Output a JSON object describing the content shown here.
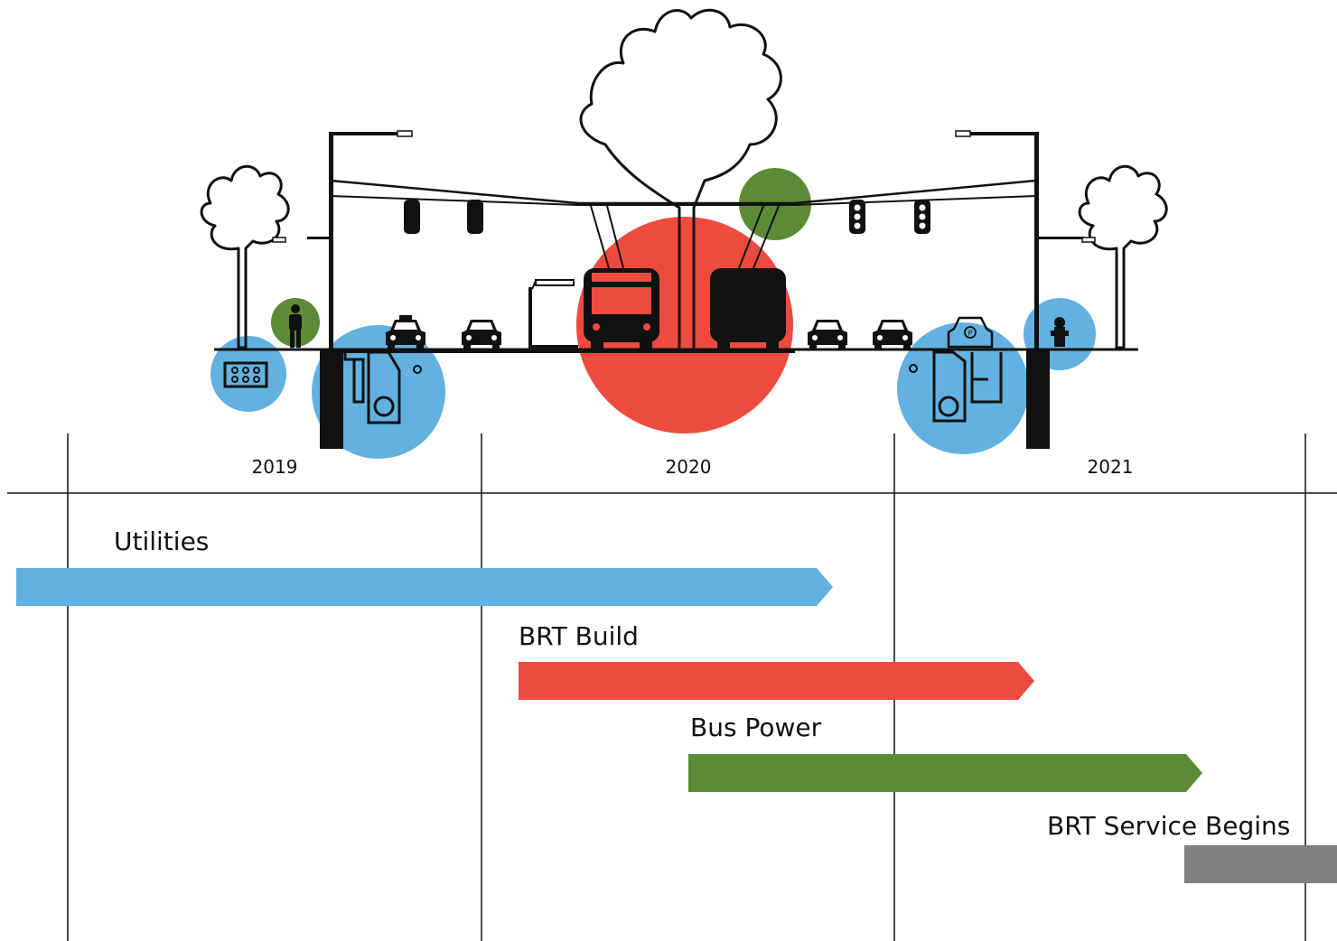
{
  "colors": {
    "utilities": "#62b1e0",
    "brt_build": "#ee4b3f",
    "bus_power": "#5b8c35",
    "service": "#808083",
    "ink": "#111111"
  },
  "icons": [
    "tree-icon",
    "street-light-icon",
    "traffic-signal-icon",
    "pedestrian-icon",
    "utility-vault-icon",
    "manhole-icon",
    "taxi-icon",
    "car-icon",
    "bus-icon",
    "bus-stop-shelter-icon",
    "parking-car-icon",
    "fire-hydrant-icon"
  ],
  "timeline": {
    "years": [
      "2019",
      "2020",
      "2021"
    ]
  },
  "chart_data": {
    "type": "gantt",
    "categories": [
      "2019",
      "2020",
      "2021"
    ],
    "tasks": [
      {
        "name": "Utilities",
        "start": "2019",
        "end": "2020",
        "color": "#62b1e0"
      },
      {
        "name": "BRT Build",
        "start": "2020",
        "end": "2021",
        "color": "#ee4b3f"
      },
      {
        "name": "Bus Power",
        "start": "2020",
        "end": "2021",
        "color": "#5b8c35"
      },
      {
        "name": "BRT Service Begins",
        "start": "2021",
        "end": "2021",
        "color": "#808083"
      }
    ]
  }
}
